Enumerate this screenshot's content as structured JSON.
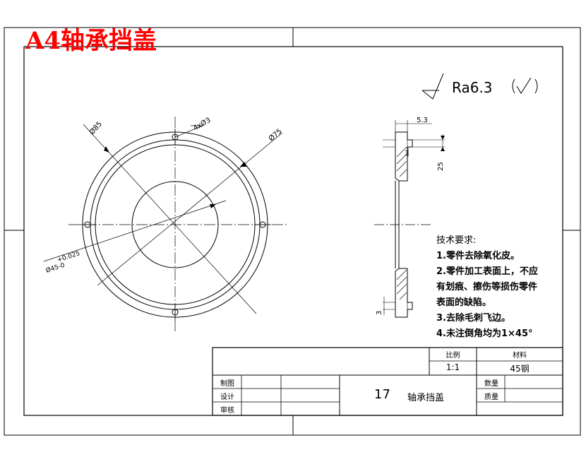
{
  "title": "A4轴承挡盖",
  "roughness": "Ra6.3",
  "dimensions": {
    "outer_dia": "Ø85",
    "holes": "4xØ3",
    "pitch_dia": "Ø75",
    "inner_dia_upper": "+0.025",
    "inner_dia_lower": "Ø45-0",
    "thickness": "5.3",
    "step": "3",
    "height": "25",
    "bottom_step": "3"
  },
  "tech_requirements": {
    "heading": "技术要求:",
    "items": [
      "1.零件去除氧化皮。",
      "2.零件加工表面上，不应",
      "有划痕、擦伤等损伤零件",
      "表面的缺陷。",
      "3.去除毛刺飞边。",
      "4.未注倒角均为1×45°"
    ]
  },
  "title_block": {
    "scale_label": "比例",
    "scale_value": "1:1",
    "material_label": "材料",
    "material_value": "45钢",
    "drawn_label": "制图",
    "design_label": "设计",
    "review_label": "审核",
    "drawing_number": "17",
    "part_name": "轴承挡盖",
    "quantity_label": "数量",
    "weight_label": "质量"
  }
}
